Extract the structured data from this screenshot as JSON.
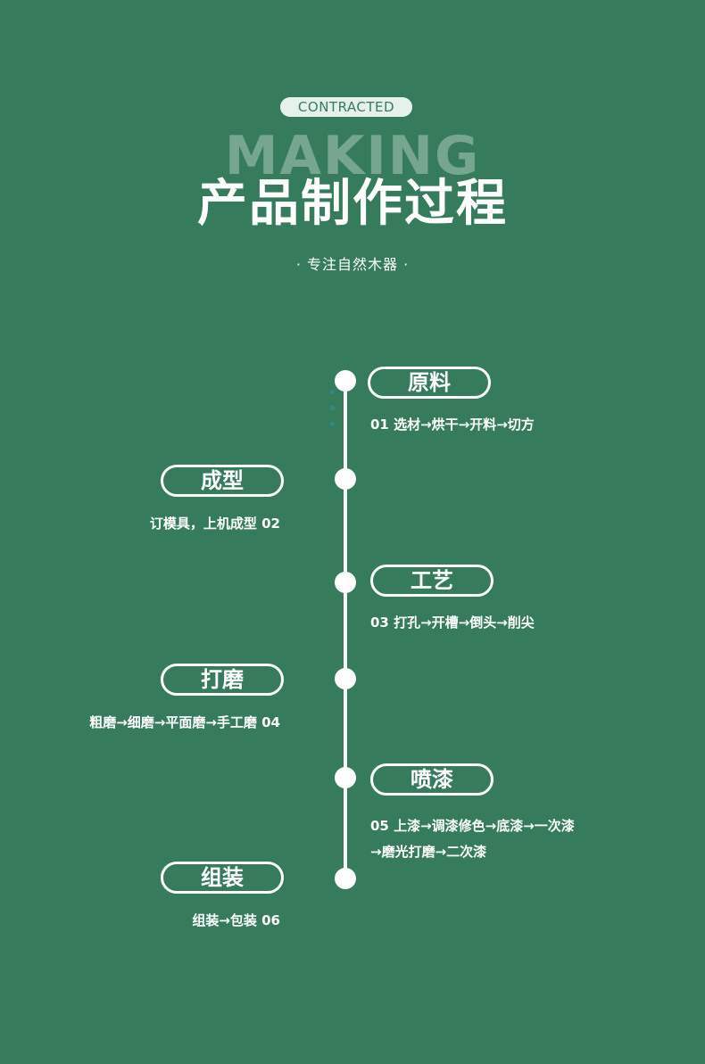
{
  "header": {
    "badge": "CONTRACTED",
    "background_word": "MAKING",
    "title": "产品制作过程",
    "subtitle": "· 专注自然木器 ·"
  },
  "steps": [
    {
      "label": "原料",
      "desc": "01  选材→烘干→开料→切方"
    },
    {
      "label": "成型",
      "desc": "订模具，上机成型 02"
    },
    {
      "label": "工艺",
      "desc": "03 打孔→开槽→倒头→削尖"
    },
    {
      "label": "打磨",
      "desc": "粗磨→细磨→平面磨→手工磨 04"
    },
    {
      "label": "喷漆",
      "desc_line1": "05 上漆→调漆修色→底漆→一次漆",
      "desc_line2": "→磨光打磨→二次漆"
    },
    {
      "label": "组装",
      "desc": "组装→包装 06"
    }
  ],
  "colors": {
    "background": "#367c5c",
    "foreground": "#ffffff",
    "badge_bg": "#e6f1ec"
  }
}
